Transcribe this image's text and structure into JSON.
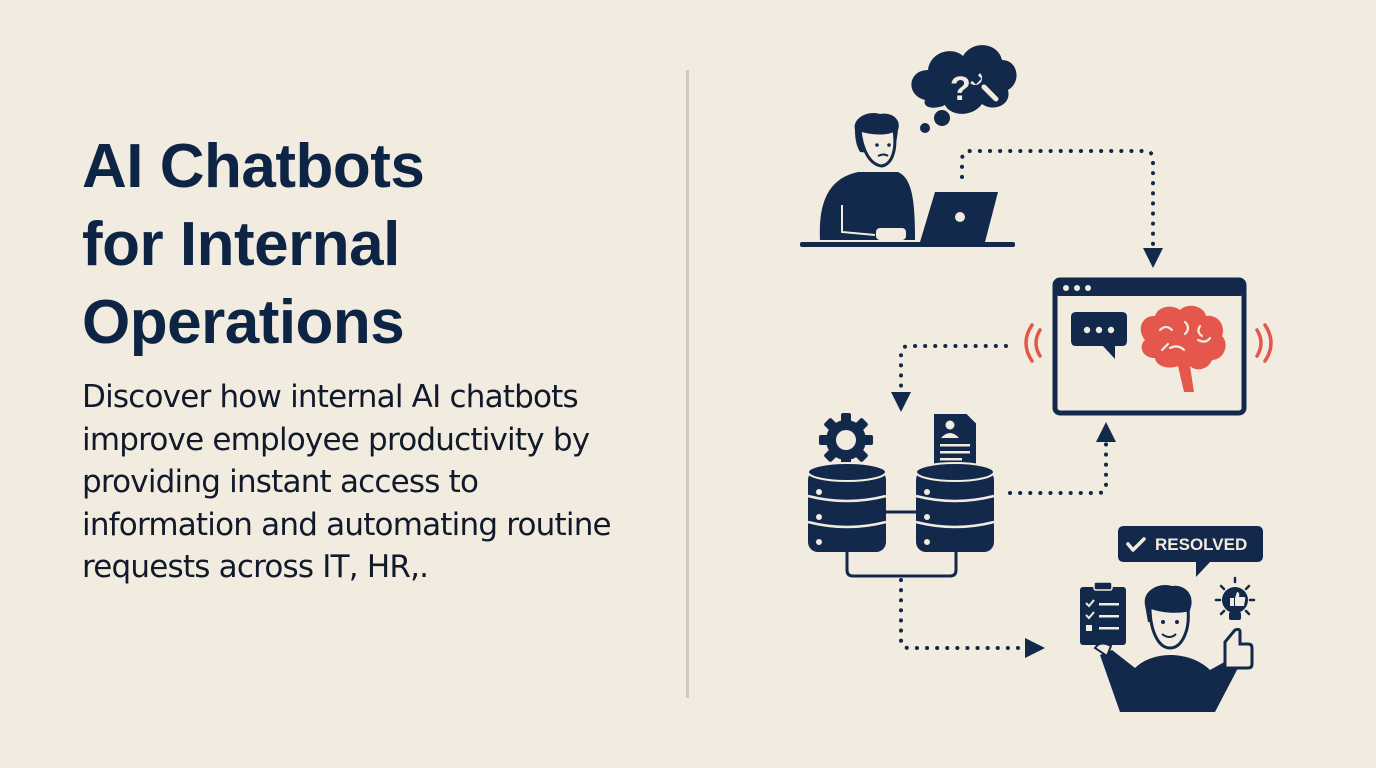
{
  "title": {
    "lines": [
      "AI Chatbots",
      "for Internal",
      "Operations"
    ]
  },
  "description": {
    "lines": [
      "Discover how internal AI chatbots",
      "improve employee productivity by",
      "providing instant access to",
      "information and automating routine",
      "requests across IT, HR,."
    ]
  },
  "diagram": {
    "colors": {
      "navy": "#13294b",
      "accent_red": "#e5564d",
      "background": "#f2ebdf",
      "divider": "#d3c9b8"
    },
    "nodes": [
      {
        "id": "confused-employee",
        "icons": [
          "person-icon",
          "laptop-icon",
          "thought-bubble-icon",
          "question-mark-icon",
          "wrench-icon"
        ]
      },
      {
        "id": "chatbot-window",
        "icons": [
          "browser-window-icon",
          "chat-bubble-icon",
          "brain-icon",
          "signal-waves-icon"
        ]
      },
      {
        "id": "knowledge-databases",
        "icons": [
          "database-icon",
          "gear-icon",
          "document-profile-icon"
        ]
      },
      {
        "id": "happy-employee",
        "icons": [
          "person-icon",
          "clipboard-checklist-icon",
          "lightbulb-thumbs-up-icon",
          "thumbs-up-icon"
        ]
      }
    ],
    "badge": {
      "label": "RESOLVED",
      "icon": "checkmark-icon"
    },
    "arrows": [
      {
        "from": "confused-employee",
        "to": "chatbot-window",
        "style": "dotted"
      },
      {
        "from": "chatbot-window",
        "to": "knowledge-databases",
        "style": "dotted"
      },
      {
        "from": "knowledge-databases",
        "to": "chatbot-window",
        "style": "dotted"
      },
      {
        "from": "knowledge-databases",
        "to": "happy-employee",
        "style": "dotted"
      }
    ]
  }
}
